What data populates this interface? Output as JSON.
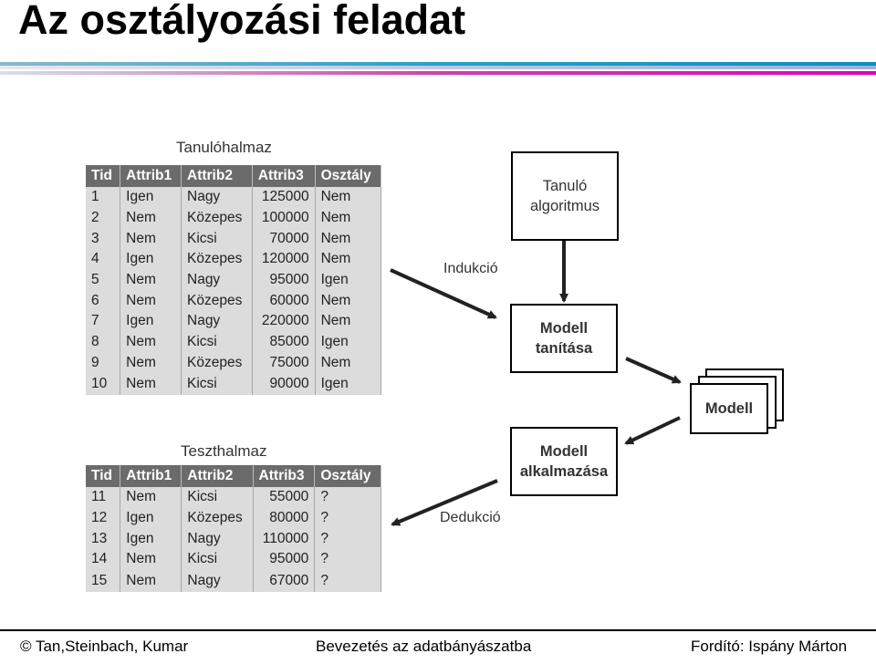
{
  "title": "Az osztályozási feladat",
  "training": {
    "label": "Tanulóhalmaz",
    "headers": [
      "Tid",
      "Attrib1",
      "Attrib2",
      "Attrib3",
      "Osztály"
    ],
    "rows": [
      [
        "1",
        "Igen",
        "Nagy",
        "125000",
        "Nem"
      ],
      [
        "2",
        "Nem",
        "Közepes",
        "100000",
        "Nem"
      ],
      [
        "3",
        "Nem",
        "Kicsi",
        "70000",
        "Nem"
      ],
      [
        "4",
        "Igen",
        "Közepes",
        "120000",
        "Nem"
      ],
      [
        "5",
        "Nem",
        "Nagy",
        "95000",
        "Igen"
      ],
      [
        "6",
        "Nem",
        "Közepes",
        "60000",
        "Nem"
      ],
      [
        "7",
        "Igen",
        "Nagy",
        "220000",
        "Nem"
      ],
      [
        "8",
        "Nem",
        "Kicsi",
        "85000",
        "Igen"
      ],
      [
        "9",
        "Nem",
        "Közepes",
        "75000",
        "Nem"
      ],
      [
        "10",
        "Nem",
        "Kicsi",
        "90000",
        "Igen"
      ]
    ]
  },
  "test": {
    "label": "Teszthalmaz",
    "headers": [
      "Tid",
      "Attrib1",
      "Attrib2",
      "Attrib3",
      "Osztály"
    ],
    "rows": [
      [
        "11",
        "Nem",
        "Kicsi",
        "55000",
        "?"
      ],
      [
        "12",
        "Igen",
        "Közepes",
        "80000",
        "?"
      ],
      [
        "13",
        "Igen",
        "Nagy",
        "110000",
        "?"
      ],
      [
        "14",
        "Nem",
        "Kicsi",
        "95000",
        "?"
      ],
      [
        "15",
        "Nem",
        "Nagy",
        "67000",
        "?"
      ]
    ]
  },
  "boxes": {
    "algorithm": "Tanuló algoritmus",
    "train_model": "Modell tanítása",
    "model": "Modell",
    "apply_model": "Modell alkalmazása"
  },
  "edges": {
    "induction": "Indukció",
    "deduction": "Dedukció"
  },
  "footer": {
    "left": "© Tan,Steinbach, Kumar",
    "center": "Bevezetés az adatbányászatba",
    "right": "Fordító: Ispány Márton"
  }
}
